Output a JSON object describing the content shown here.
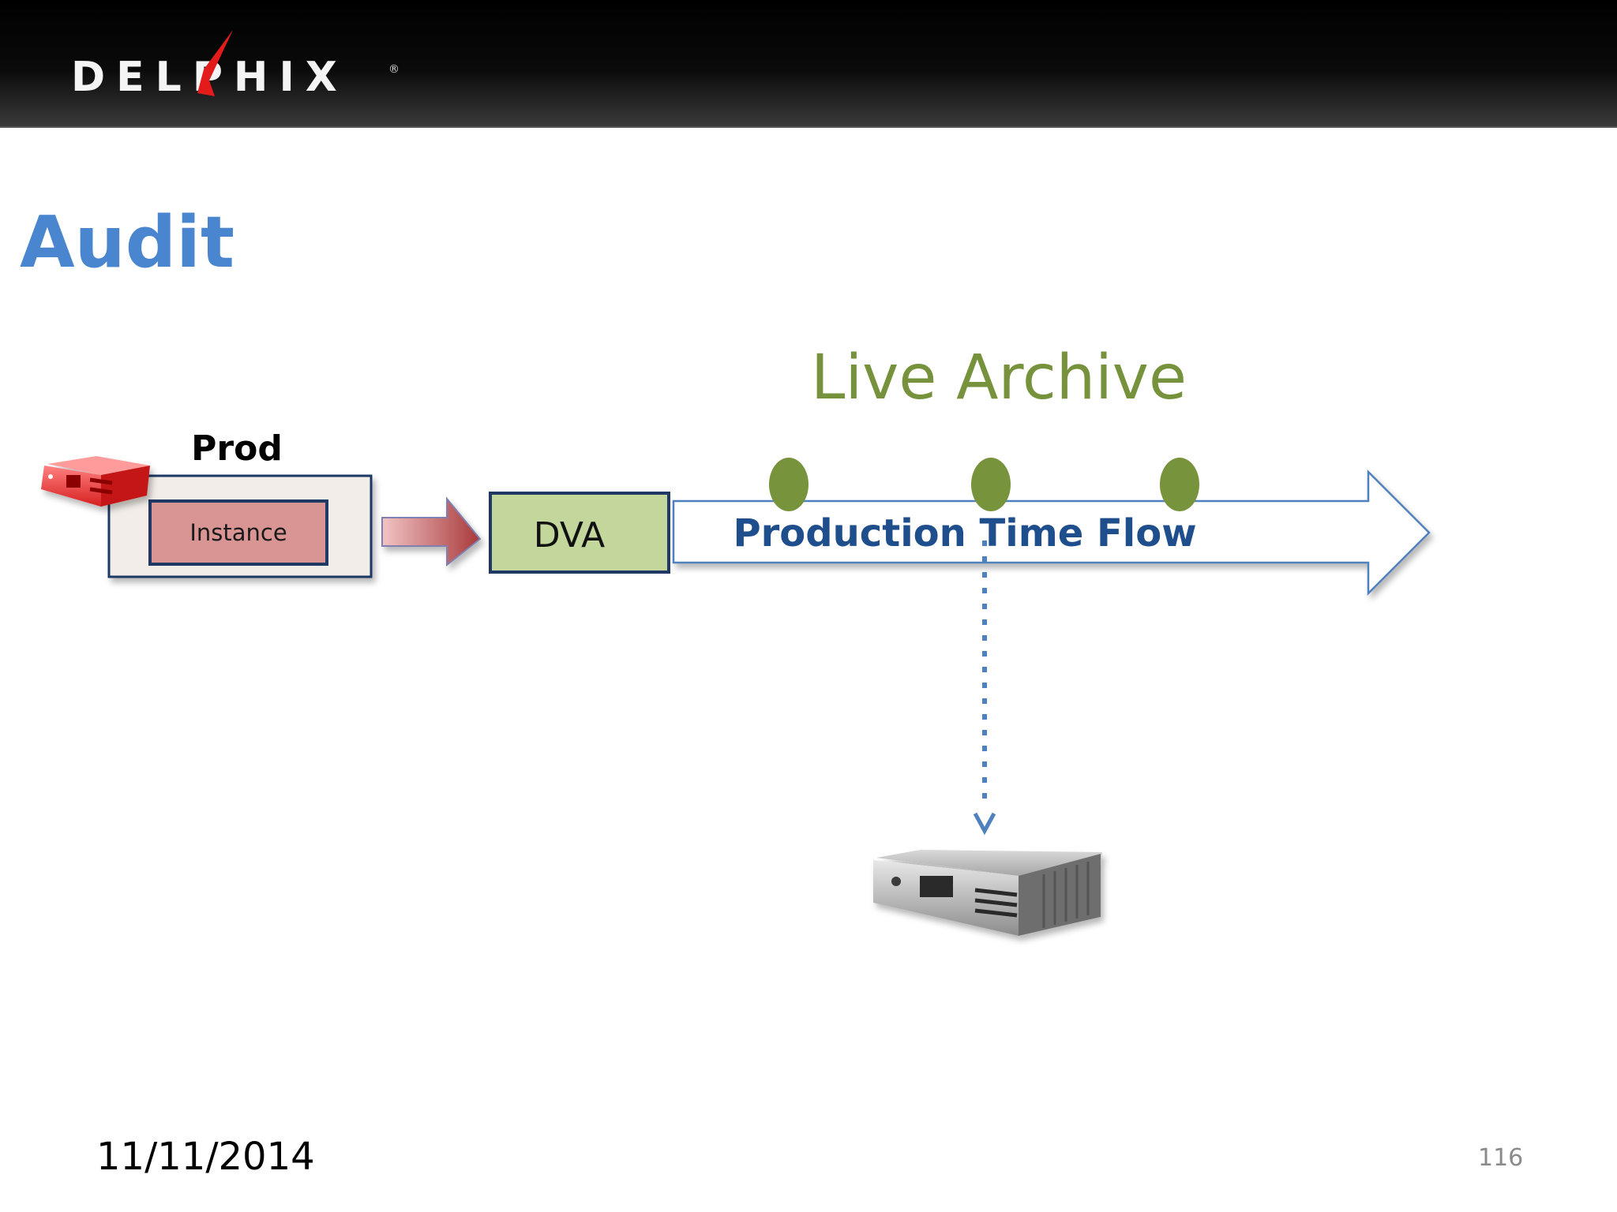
{
  "header": {
    "logo_text": "DELPHIX",
    "logo_mark": "®"
  },
  "slide": {
    "title": "Audit"
  },
  "diagram": {
    "live_archive_label": "Live Archive",
    "prod_label": "Prod",
    "instance_label": "Instance",
    "dva_label": "DVA",
    "flow_label": "Production Time Flow",
    "icons": [
      "red-server-icon",
      "gray-server-icon",
      "snapshot-dot-icon",
      "arrow-right-icon",
      "arrow-down-icon"
    ],
    "colors": {
      "title_blue": "#4a86cf",
      "archive_green": "#76923c",
      "flow_blue": "#1f4e8c",
      "instance_fill": "#d99594",
      "dva_fill": "#c3d69b",
      "prod_fill": "#f2ede8",
      "border_navy": "#1f3864"
    }
  },
  "footer": {
    "date": "11/11/2014",
    "page_number": "116"
  }
}
